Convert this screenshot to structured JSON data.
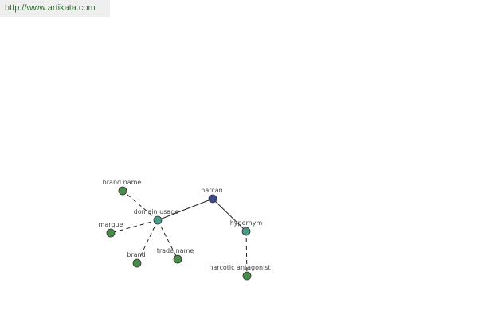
{
  "header": {
    "url": "http://www.artikata.com"
  },
  "colors": {
    "root": "#3a4a8a",
    "relation": "#4a9a8a",
    "leaf": "#4a8a4a"
  },
  "graph": {
    "nodes": [
      {
        "id": "narcan",
        "label": "narcan",
        "kind": "root"
      },
      {
        "id": "domain-usage",
        "label": "domain usage",
        "kind": "relation"
      },
      {
        "id": "hypernym",
        "label": "hypernym",
        "kind": "relation"
      },
      {
        "id": "brand-name",
        "label": "brand name",
        "kind": "leaf"
      },
      {
        "id": "marque",
        "label": "marque",
        "kind": "leaf"
      },
      {
        "id": "brand",
        "label": "brand",
        "kind": "leaf"
      },
      {
        "id": "trade-name",
        "label": "trade name",
        "kind": "leaf"
      },
      {
        "id": "narcotic-antagonist",
        "label": "narcotic antagonist",
        "kind": "leaf"
      }
    ],
    "edges": [
      {
        "from": "narcan",
        "to": "domain-usage",
        "style": "solid"
      },
      {
        "from": "narcan",
        "to": "hypernym",
        "style": "solid"
      },
      {
        "from": "domain-usage",
        "to": "brand-name",
        "style": "dashed"
      },
      {
        "from": "domain-usage",
        "to": "marque",
        "style": "dashed"
      },
      {
        "from": "domain-usage",
        "to": "brand",
        "style": "dashed"
      },
      {
        "from": "domain-usage",
        "to": "trade-name",
        "style": "dashed"
      },
      {
        "from": "hypernym",
        "to": "narcotic-antagonist",
        "style": "dashed"
      }
    ]
  }
}
